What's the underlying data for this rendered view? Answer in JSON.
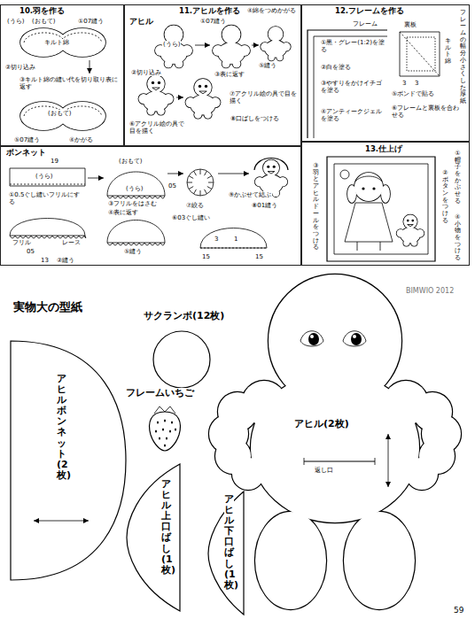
{
  "diagram": {
    "nodes": [
      {
        "text": [
          "10.羽を作る",
          "(うら)",
          "(おもて)",
          "①07縫う",
          "キルト綿",
          "②切り込み",
          "③キルト綿の縫い代を切り取り表に返す",
          "(おもて)",
          "⑤07縫う",
          "④かがる"
        ]
      },
      {
        "text": [
          "11.アヒルを作る",
          "アヒル",
          "(うら)",
          "①07縫う",
          "②切り込み",
          "③表に返す",
          "④綿をつめかがる",
          "⑤縫う",
          "⑥アクリル絵の具で目を描く",
          "⑦アクリル絵の具で目を描く",
          "⑧口ばしをつける"
        ]
      },
      {
        "text": [
          "12.フレームを作る",
          "フレーム",
          "①黒・グレー(1:2)を塗る",
          "②白を塗る",
          "③やすりをかけイチゴを塗る",
          "④アンティークジェルを塗る",
          "裏板",
          "フレームの幅分小さくした厚紙",
          "キルト綿",
          "⑤ボンドで貼る",
          "⑥フレームと裏板を合わせる",
          "3",
          "3"
        ]
      },
      {
        "text": [
          "ボンネット",
          "19",
          "(うら)",
          "①0.5ぐし縫いフリルにする",
          "フリル",
          "レース",
          "05",
          "13",
          "②縫う",
          "(おもて)",
          "(うら)",
          "05",
          "③フリルをはさむ",
          "④表に返す",
          "⑤縫う",
          "⑥03ぐし縫い",
          "⑦絞る",
          "⑧01縫う",
          "⑨かぶせて結ぶ",
          "15",
          "3",
          "1",
          "15"
        ]
      },
      {
        "text": [
          "13.仕上げ",
          "①帽子をかぶせる",
          "②ボタンをつける",
          "③羽とアヒルドールをつける",
          "④小物をつける"
        ]
      },
      {
        "text": [
          "アヒルボンネット(2枚)"
        ]
      },
      {
        "text": [
          "サクランボ(12枚)"
        ]
      },
      {
        "text": [
          "フレームいちご"
        ]
      },
      {
        "text": [
          "アヒル(2枚)",
          "返し口"
        ]
      },
      {
        "text": [
          "アヒル上口ばし(1枚)"
        ]
      },
      {
        "text": [
          "アヒル下口ばし(1枚)"
        ]
      }
    ],
    "labels": [
      "実物大の型紙",
      "BIMWIO 2012",
      "59"
    ]
  }
}
